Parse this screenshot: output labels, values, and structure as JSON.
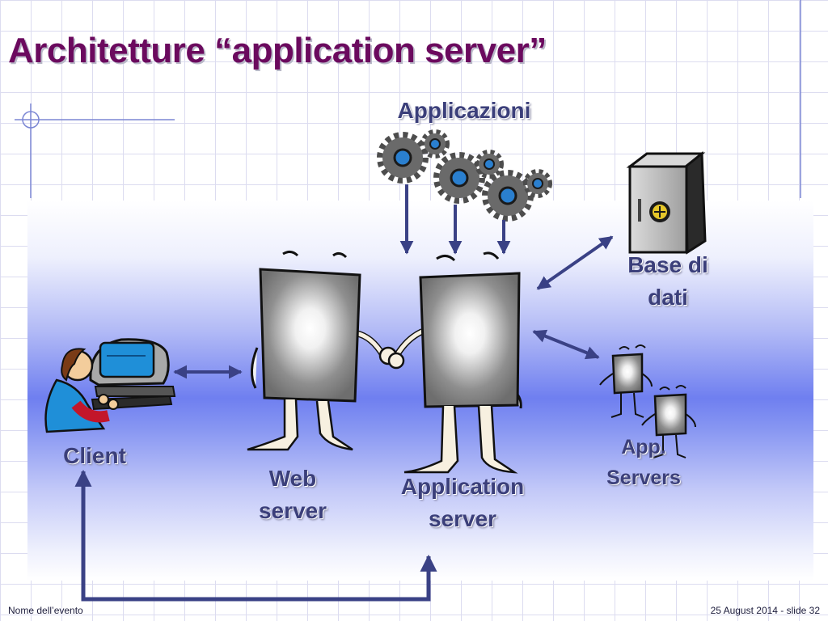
{
  "slide": {
    "title": "Architetture “application server”",
    "footer_left": "Nome dell’evento",
    "footer_right": "25 August 2014 - slide 32"
  },
  "diagram": {
    "applicazioni_label": "Applicazioni",
    "database_label": [
      "Base di",
      "dati"
    ],
    "client_label": "Client",
    "web_server_label": [
      "Web",
      "server"
    ],
    "application_server_label": [
      "Application",
      "server"
    ],
    "app_servers_label": [
      "App.",
      "Servers"
    ]
  },
  "colors": {
    "title": "#6b0a5e",
    "label": "#3b3f7a",
    "arrow": "#3a4185",
    "panel_mid": "#6f7ff0"
  }
}
